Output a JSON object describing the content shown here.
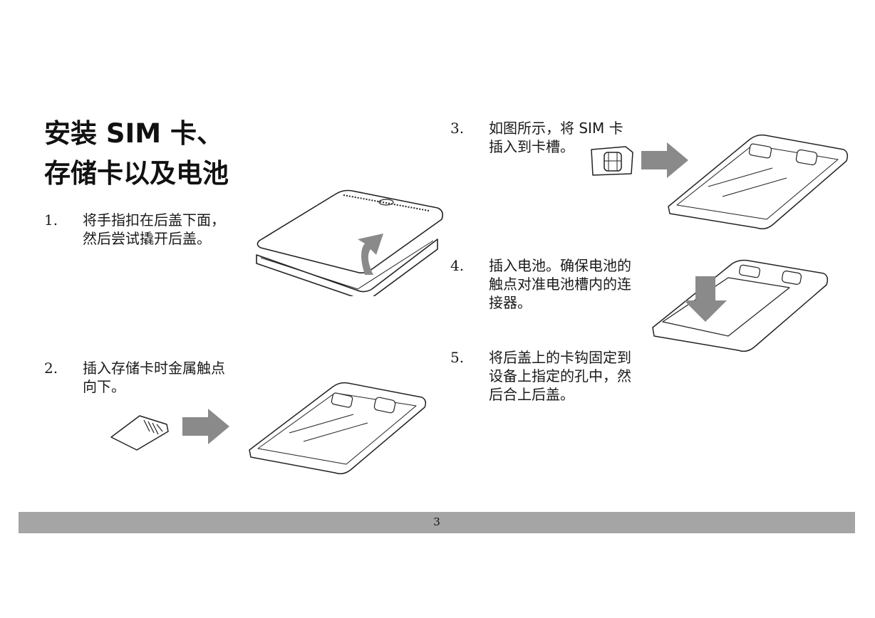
{
  "title": {
    "line1": "安装 SIM 卡、",
    "line2": "存储卡以及电池"
  },
  "steps": [
    {
      "num": "1.",
      "text": "将手指扣在后盖下面，\n然后尝试撬开后盖。"
    },
    {
      "num": "2.",
      "text": "插入存储卡时金属触点\n向下。"
    },
    {
      "num": "3.",
      "text": "如图所示，将 SIM 卡\n插入到卡槽。"
    },
    {
      "num": "4.",
      "text": "插入电池。确保电池的\n触点对准电池槽内的连\n接器。"
    },
    {
      "num": "5.",
      "text": "将后盖上的卡钩固定到\n设备上指定的孔中，然\n后合上后盖。"
    }
  ],
  "footer": {
    "page_number": "3"
  },
  "colors": {
    "arrow": "#8a8a8a",
    "footer_bar": "#a5a5a5"
  }
}
